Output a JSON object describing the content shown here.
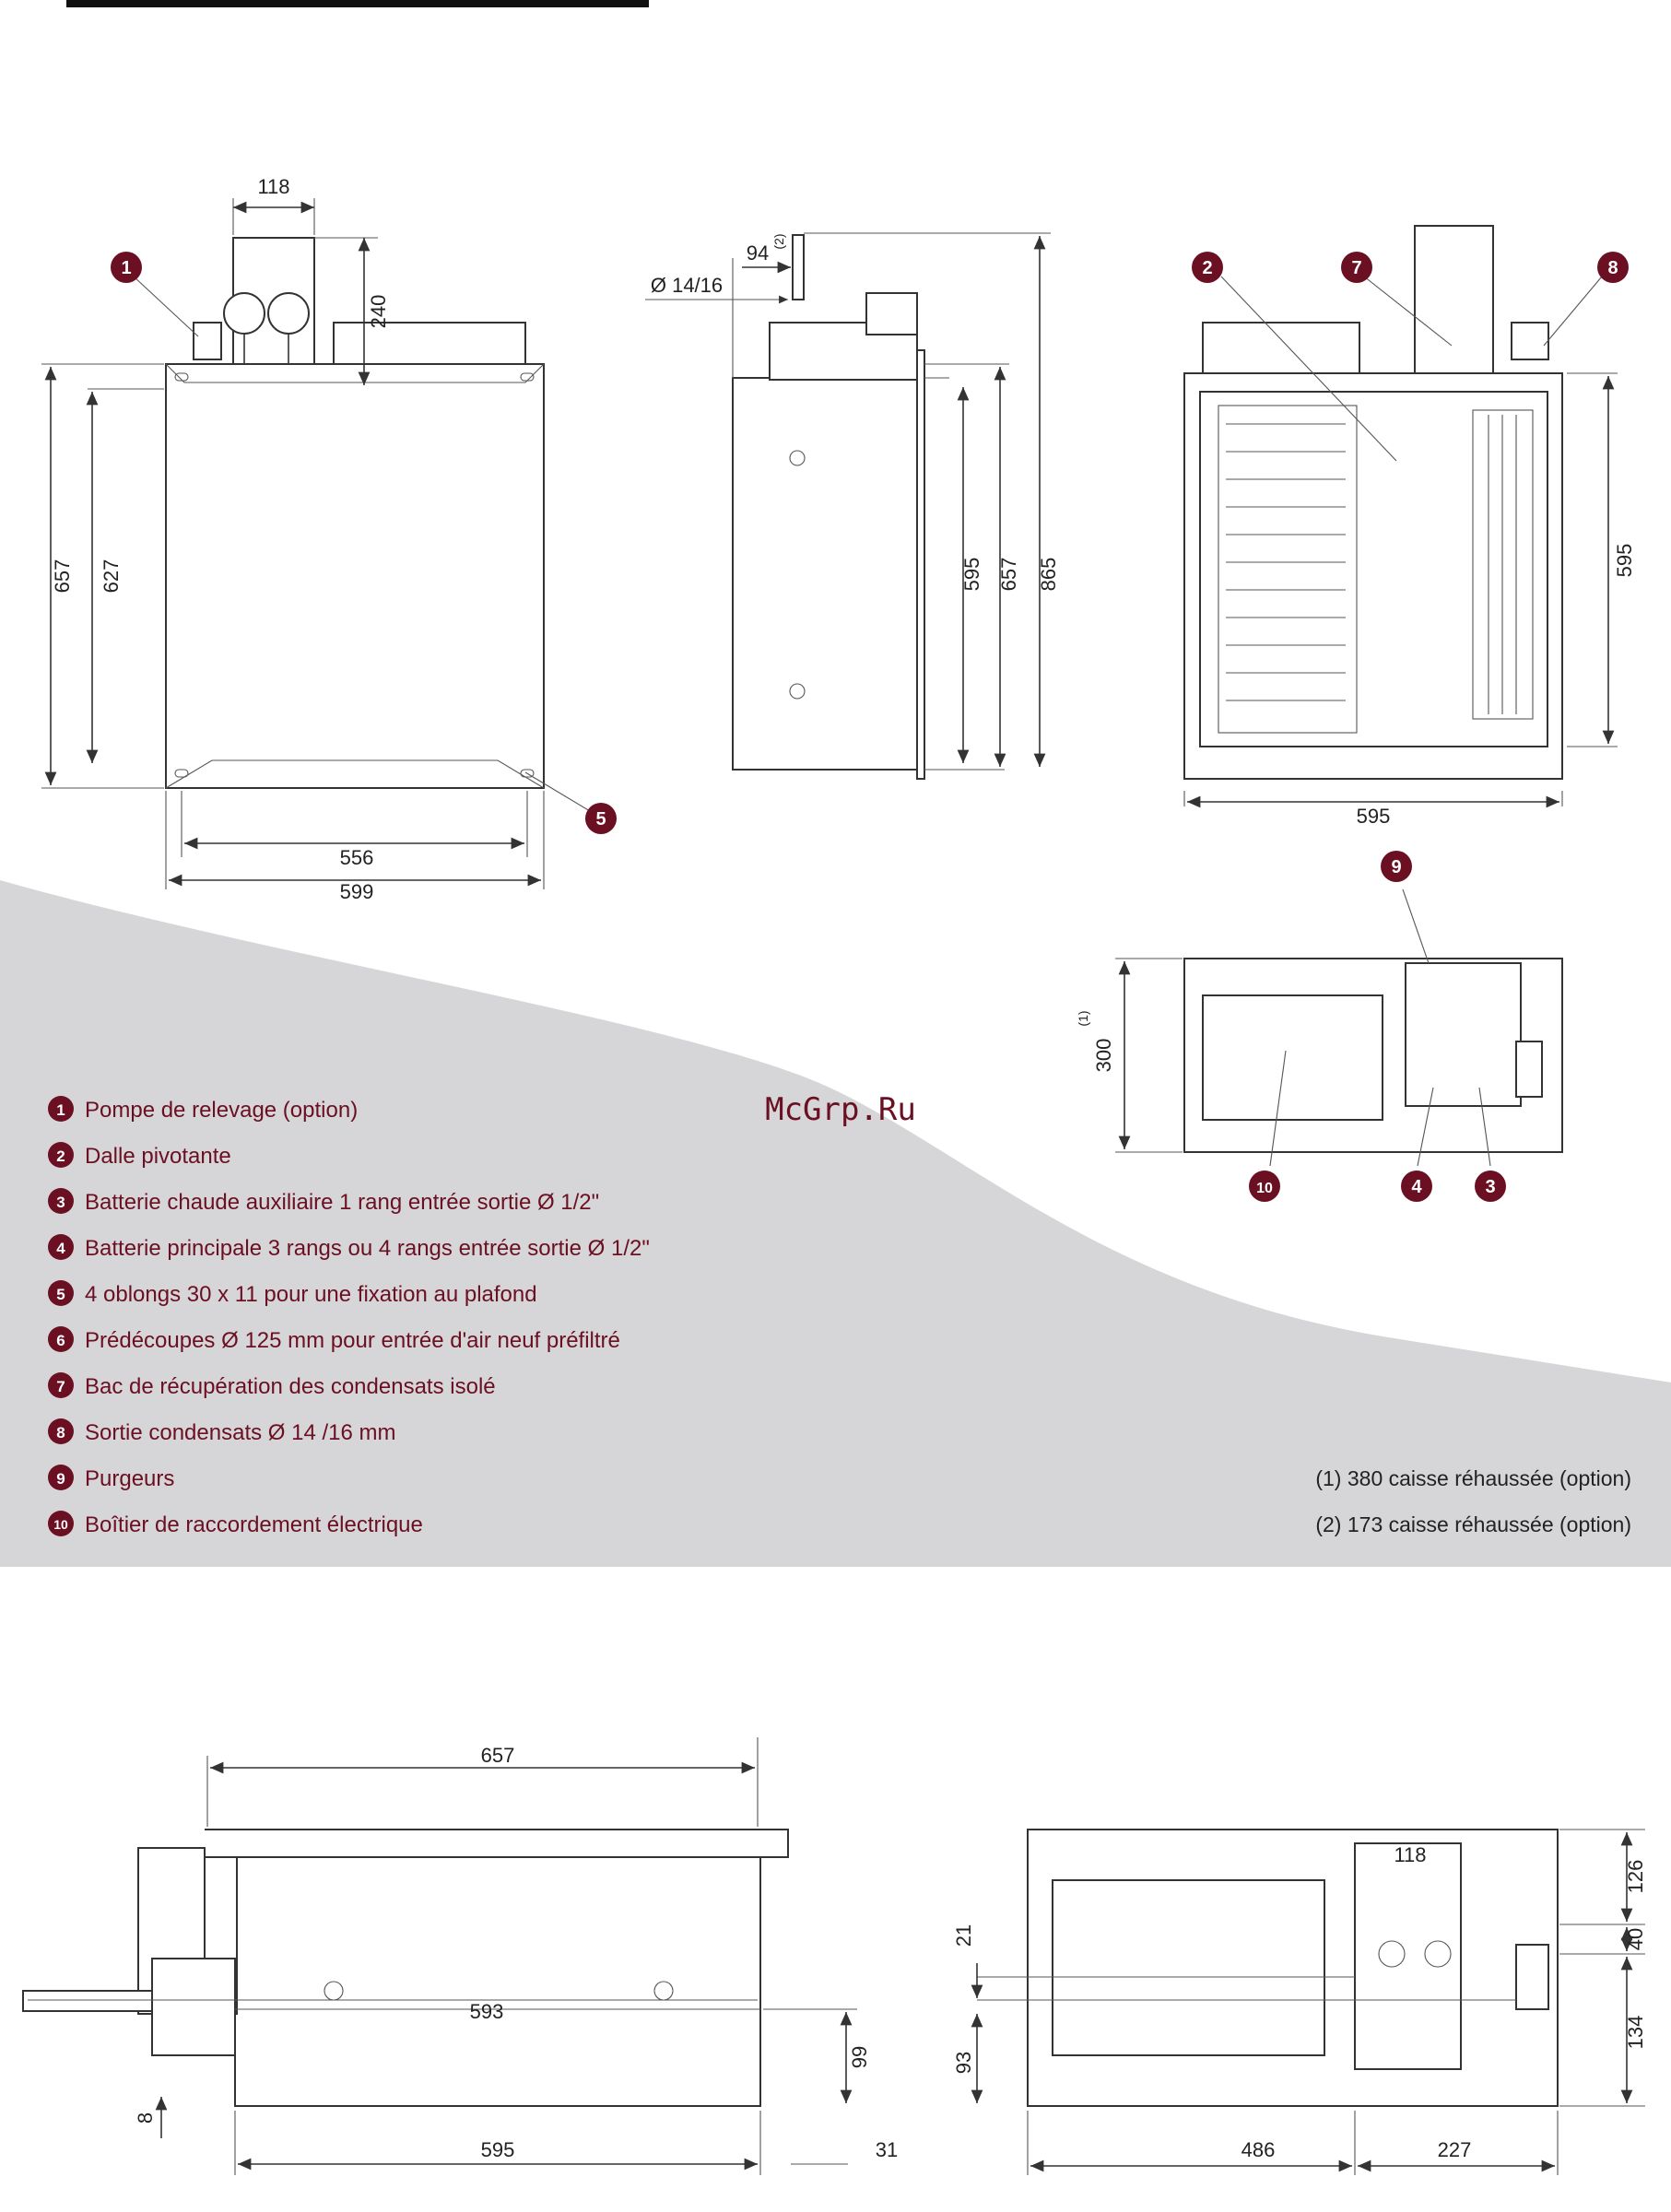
{
  "watermark": "McGrp.Ru",
  "legend": [
    {
      "num": "1",
      "text": "Pompe de relevage (option)"
    },
    {
      "num": "2",
      "text": "Dalle pivotante"
    },
    {
      "num": "3",
      "text": "Batterie chaude auxiliaire 1 rang entrée sortie Ø 1/2\""
    },
    {
      "num": "4",
      "text": "Batterie principale 3 rangs ou 4 rangs entrée sortie Ø 1/2\""
    },
    {
      "num": "5",
      "text": "4 oblongs 30 x 11 pour une fixation au plafond"
    },
    {
      "num": "6",
      "text": "Prédécoupes Ø 125 mm pour entrée d'air neuf préfiltré"
    },
    {
      "num": "7",
      "text": "Bac de récupération des condensats isolé"
    },
    {
      "num": "8",
      "text": "Sortie condensats Ø 14 /16 mm"
    },
    {
      "num": "9",
      "text": "Purgeurs"
    },
    {
      "num": "10",
      "text": "Boîtier de raccordement électrique"
    }
  ],
  "notes": [
    "(1) 380 caisse réhaussée (option)",
    "(2) 173 caisse réhaussée (option)"
  ],
  "front_view": {
    "d_118": "118",
    "d_240": "240",
    "d_657": "657",
    "d_627": "627",
    "d_556": "556",
    "d_599": "599"
  },
  "side_view": {
    "d_94": "94",
    "sup_2": "(2)",
    "d_dia": "Ø 14/16",
    "d_595": "595",
    "d_657": "657",
    "d_865": "865"
  },
  "back_view": {
    "d_595_w": "595",
    "d_595_h": "595"
  },
  "top_view": {
    "d_300": "300",
    "sup_1": "(1)"
  },
  "bottom_left": {
    "d_657": "657",
    "d_593": "593",
    "d_595": "595",
    "d_99": "99",
    "d_8": "8",
    "d_31": "31"
  },
  "bottom_right": {
    "d_118": "118",
    "d_21": "21",
    "d_93": "93",
    "d_126": "126",
    "d_40": "40",
    "d_134": "134",
    "d_486": "486",
    "d_227": "227"
  }
}
